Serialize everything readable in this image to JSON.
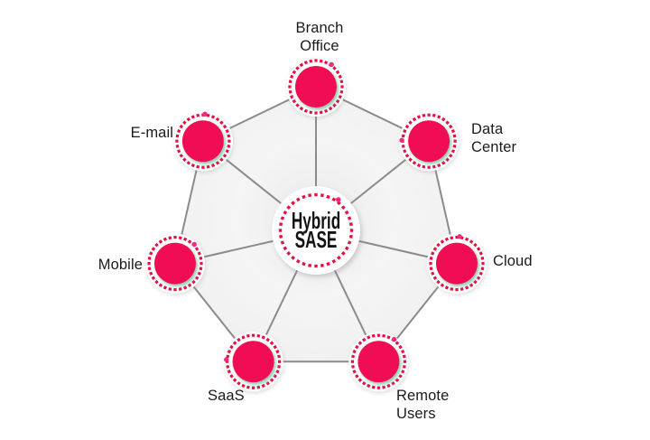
{
  "diagram": {
    "hub": {
      "label": "Hybrid\nSASE"
    },
    "nodes": [
      {
        "id": "branch-office",
        "label": "Branch\nOffice"
      },
      {
        "id": "data-center",
        "label": "Data\nCenter"
      },
      {
        "id": "cloud",
        "label": "Cloud"
      },
      {
        "id": "remote-users",
        "label": "Remote\nUsers"
      },
      {
        "id": "saas",
        "label": "SaaS"
      },
      {
        "id": "mobile",
        "label": "Mobile"
      },
      {
        "id": "email",
        "label": "E-mail"
      }
    ],
    "colors": {
      "node_fill": "#F01052",
      "ring_dots": "#E60F3E",
      "accent_dot": "#EF2B7B",
      "connector_line": "#8B8B8B",
      "hub_fill": "#FFFFFF",
      "label_text": "#1B1B1B"
    }
  }
}
